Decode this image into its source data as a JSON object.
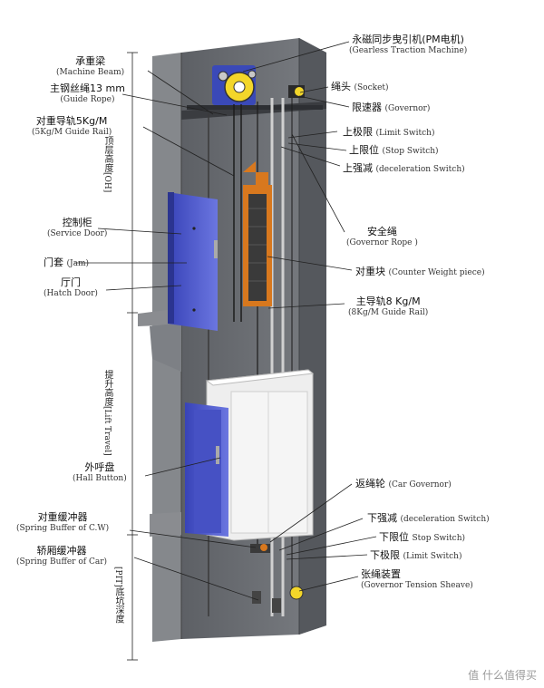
{
  "left_labels": {
    "machine_beam": {
      "cn": "承重梁",
      "en": "(Machine Beam)"
    },
    "guide_rope": {
      "cn": "主钢丝绳13 mm",
      "en": "(Guide Rope)"
    },
    "cw_guide_rail": {
      "cn": "对重导轨5Kg/M",
      "en": "(5Kg/M Guide Rail)"
    },
    "service_door": {
      "cn": "控制柜",
      "en": "(Service Door)"
    },
    "jam": {
      "cn": "门套",
      "en": "(Jam)"
    },
    "hatch_door": {
      "cn": "厅门",
      "en": "(Hatch Door)"
    },
    "hall_button": {
      "cn": "外呼盘",
      "en": "(Hall Button)"
    },
    "buffer_cw": {
      "cn": "对重缓冲器",
      "en": "(Spring Buffer of C.W)"
    },
    "buffer_car": {
      "cn": "轿厢缓冲器",
      "en": "(Spring Buffer of Car)"
    }
  },
  "right_labels": {
    "machine": {
      "cn": "永磁同步曳引机",
      "cn2": "(PM电机)",
      "en": "(Gearless Traction Machine)"
    },
    "socket": {
      "cn": "绳头",
      "en": "(Socket)"
    },
    "governor": {
      "cn": "限速器",
      "en": "(Governor)"
    },
    "limit_switch_top": {
      "cn": "上极限",
      "en": "(Limit Switch)"
    },
    "stop_switch_top": {
      "cn": "上限位",
      "en": "(Stop Switch)"
    },
    "decel_switch_top": {
      "cn": "上强减",
      "en": "(deceleration Switch)"
    },
    "governor_rope": {
      "cn": "安全绳",
      "en": "(Governor Rope )"
    },
    "counter_weight": {
      "cn": "对重块",
      "en": "(Counter Weight piece)"
    },
    "main_guide_rail": {
      "cn": "主导轨8 Kg/M",
      "en": "(8Kg/M Guide Rail)"
    },
    "car_governor": {
      "cn": "返绳轮",
      "en": "(Car Governor)"
    },
    "decel_switch_bottom": {
      "cn": "下强减",
      "en": "(deceleration Switch)"
    },
    "stop_switch_bottom": {
      "cn": "下限位",
      "en": "Stop Switch)"
    },
    "limit_switch_bottom": {
      "cn": "下极限",
      "en": "(Limit Switch)"
    },
    "tension_sheave": {
      "cn": "张绳装置",
      "en": "(Governor Tension Sheave)"
    }
  },
  "dimensions": {
    "overhead": {
      "cn": "顶层高度",
      "en": "[OH]"
    },
    "travel": {
      "cn": "提升高度",
      "en": "[Lift Travel]"
    },
    "pit": {
      "cn": "底坑深度",
      "en": "[PIT]"
    }
  },
  "watermark": "值 什么值得买",
  "colors": {
    "shaft": "#6e7176",
    "door": "#4a55c8",
    "counterweight": "#d8781e",
    "car": "#efefef"
  }
}
